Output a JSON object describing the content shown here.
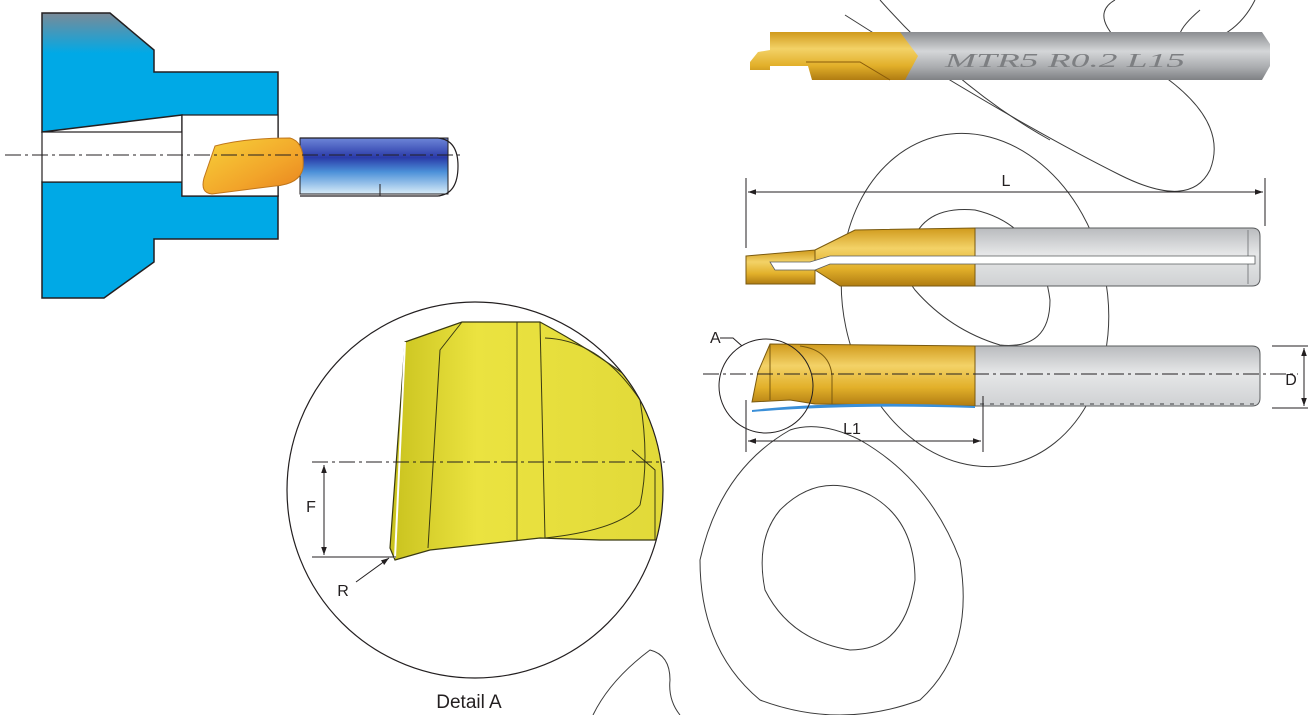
{
  "labels": {
    "length_total": "L",
    "length_cutting": "L1",
    "diameter": "D",
    "detail_marker": "A",
    "height": "F",
    "radius": "R",
    "detail_caption": "Detail A"
  },
  "shank_marking": "MTR5 R0.2 L15",
  "colors": {
    "workpiece_blue": "#00a9e6",
    "coating_gold": "#e0b12b",
    "carbide_grey": "#a7a9ac",
    "tool_bar_blue": "#3a47b5",
    "detail_yellow": "#e4dc33",
    "line": "#231f20"
  }
}
